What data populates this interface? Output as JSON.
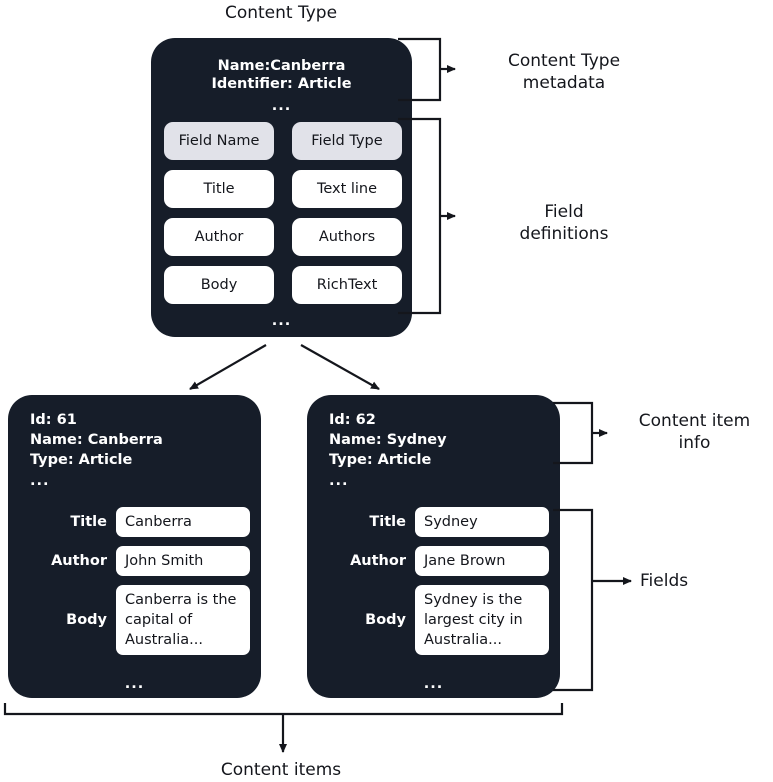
{
  "titles": {
    "top": "Content Type",
    "bottom": "Content items"
  },
  "content_type": {
    "name_line": "Name:Canberra",
    "identifier_line": "Identifier: Article",
    "ellipsis_top": "...",
    "ellipsis_bottom": "...",
    "table_headers": [
      "Field Name",
      "Field Type"
    ],
    "rows": [
      {
        "field_name": "Title",
        "field_type": "Text line"
      },
      {
        "field_name": "Author",
        "field_type": "Authors"
      },
      {
        "field_name": "Body",
        "field_type": "RichText"
      }
    ]
  },
  "annotations": {
    "content_type_metadata": "Content Type\nmetadata",
    "field_definitions": "Field\ndefinitions",
    "content_item_info": "Content item\ninfo",
    "fields": "Fields"
  },
  "content_items": [
    {
      "id_line": "Id: 61",
      "name_line": "Name: Canberra",
      "type_line": "Type: Article",
      "ellipsis_top": "...",
      "ellipsis_bottom": "...",
      "fields": [
        {
          "label": "Title",
          "value": "Canberra"
        },
        {
          "label": "Author",
          "value": "John Smith"
        },
        {
          "label": "Body",
          "value": "Canberra is the capital of Australia..."
        }
      ]
    },
    {
      "id_line": "Id: 62",
      "name_line": "Name: Sydney",
      "type_line": "Type: Article",
      "ellipsis_top": "...",
      "ellipsis_bottom": "...",
      "fields": [
        {
          "label": "Title",
          "value": "Sydney"
        },
        {
          "label": "Author",
          "value": "Jane Brown"
        },
        {
          "label": "Body",
          "value": "Sydney is the largest city in Australia..."
        }
      ]
    }
  ],
  "colors": {
    "card_background": "#161d29",
    "card_text": "#ffffff",
    "chip_background": "#ffffff",
    "header_chip_background": "#e1e2e9",
    "page_background": "#ffffff",
    "line": "#14161c"
  }
}
